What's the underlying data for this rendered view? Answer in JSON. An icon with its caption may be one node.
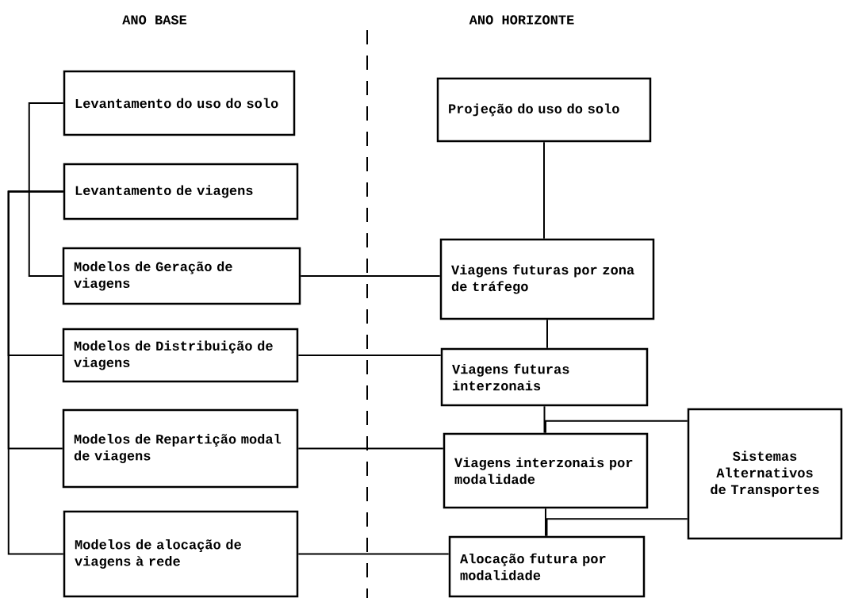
{
  "diagram": {
    "nodes": [
      {
        "text": [
          "Levantamento do uso do solo"
        ]
      },
      {
        "text": [
          "Levantamento de viagens"
        ]
      },
      {
        "text": [
          "Modelos de Geração de viagens"
        ]
      },
      {
        "text": [
          "Modelos de Distribuição de viagens"
        ]
      },
      {
        "text": [
          "Modelos de Repartição modal de viagens"
        ]
      },
      {
        "text": [
          "Modelos de alocação de viagens à rede"
        ]
      },
      {
        "text": [
          "Projeção do uso do solo"
        ]
      },
      {
        "text": [
          "Viagens futuras por zona de tráfego"
        ]
      },
      {
        "text": [
          "Viagens futuras interzonais"
        ]
      },
      {
        "text": [
          "Viagens interzonais por modalidade"
        ]
      },
      {
        "text": [
          "Alocação futura por modalidade"
        ]
      },
      {
        "text": [
          "Sistemas Alternativos de Transportes"
        ]
      }
    ],
    "edges": [
      {
        "from": 0,
        "to": 2,
        "arrow": "none"
      },
      {
        "from": 1,
        "to": 3,
        "arrow": "none"
      },
      {
        "from": 1,
        "to": 4,
        "arrow": "none"
      },
      {
        "from": 1,
        "to": 5,
        "arrow": "none"
      },
      {
        "from": 2,
        "to": 7,
        "arrow": "none"
      },
      {
        "from": 3,
        "to": 8,
        "arrow": "none"
      },
      {
        "from": 4,
        "to": 9,
        "arrow": "none"
      },
      {
        "from": 5,
        "to": 10,
        "arrow": "none"
      },
      {
        "from": 6,
        "to": 7,
        "arrow": "none"
      },
      {
        "from": 7,
        "to": 8,
        "arrow": "none"
      },
      {
        "from": 8,
        "to": 9,
        "arrow": "none"
      },
      {
        "from": 9,
        "to": 10,
        "arrow": "none"
      },
      {
        "from": 11,
        "to": 9,
        "arrow": "none"
      },
      {
        "from": 11,
        "to": 10,
        "arrow": "none"
      }
    ],
    "labels": [
      "ANO BASE",
      "ANO HORIZONTE"
    ]
  }
}
